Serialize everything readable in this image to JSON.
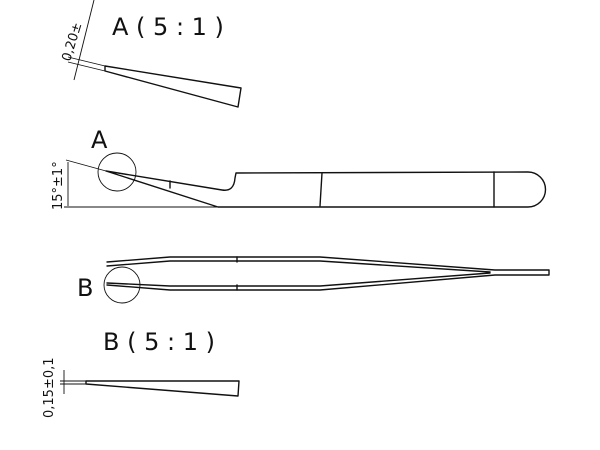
{
  "drawing": {
    "detail_a": {
      "title": "A ( 5 : 1 )",
      "dimension": "0,20±"
    },
    "side_view": {
      "detail_marker": "A",
      "angle_dimension": "15°±1°"
    },
    "top_view": {
      "detail_marker": "B"
    },
    "detail_b": {
      "title": "B ( 5 : 1 )",
      "dimension": "0,15±0,1"
    }
  },
  "colors": {
    "line": "#111111",
    "background": "#ffffff"
  }
}
